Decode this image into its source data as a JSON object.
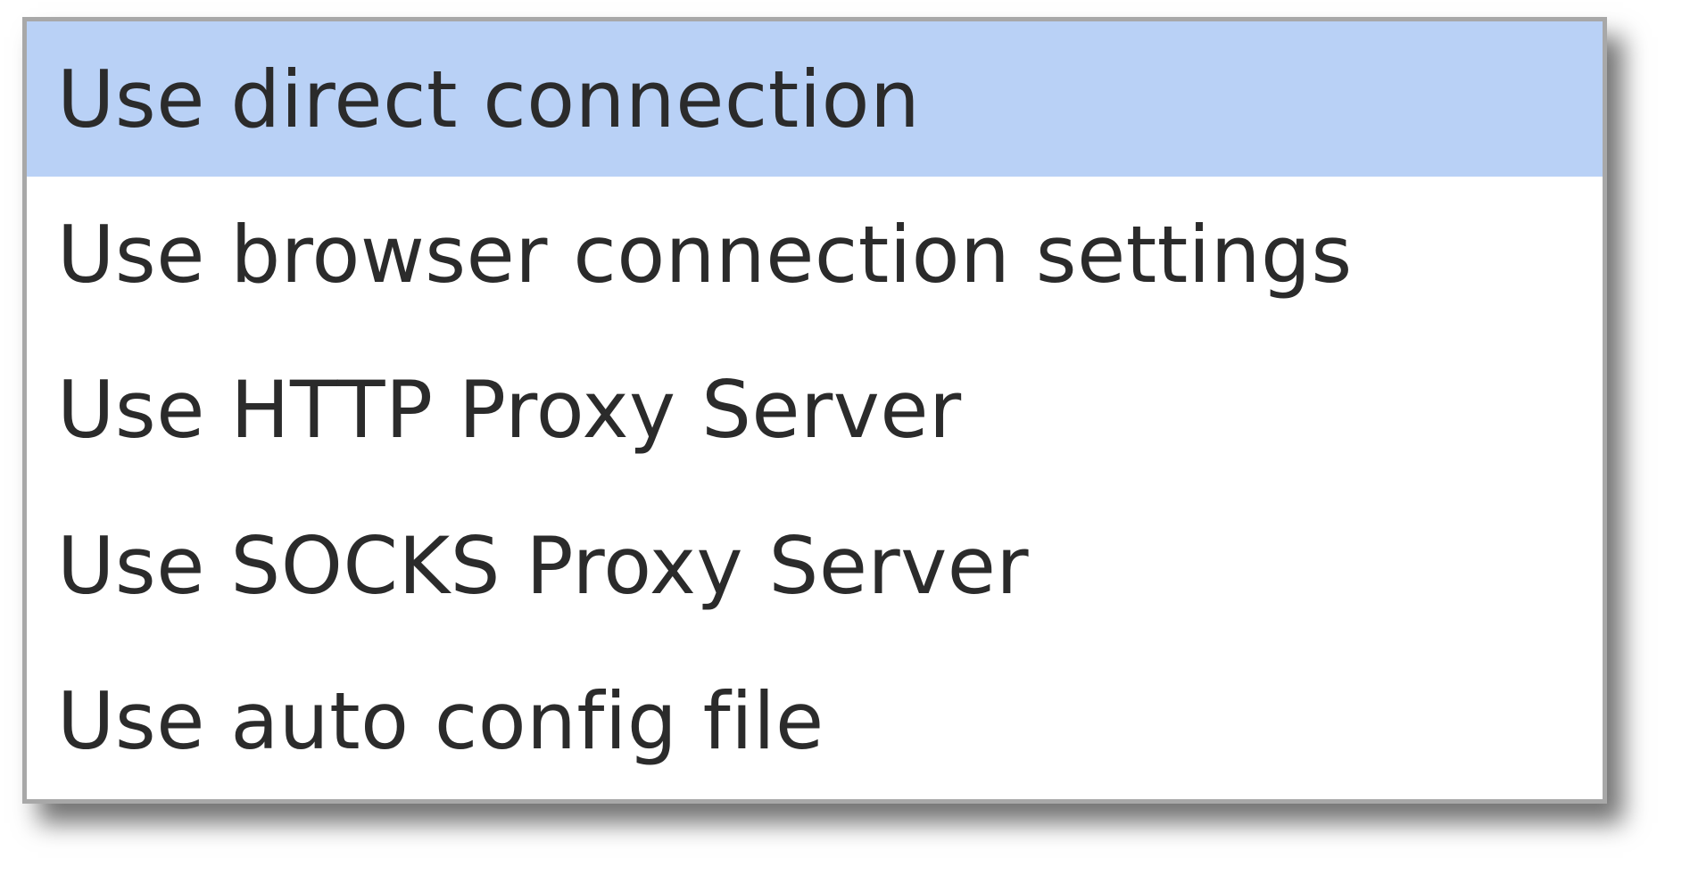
{
  "dropdown_menu": {
    "items": [
      {
        "label": "Use direct connection",
        "selected": true
      },
      {
        "label": "Use browser connection settings",
        "selected": false
      },
      {
        "label": "Use HTTP Proxy Server",
        "selected": false
      },
      {
        "label": "Use SOCKS Proxy Server",
        "selected": false
      },
      {
        "label": "Use auto config file",
        "selected": false
      }
    ]
  },
  "colors": {
    "highlight": "#b9d1f6",
    "border": "#a8a8a8",
    "text": "#2b2b2b",
    "background": "#ffffff"
  }
}
